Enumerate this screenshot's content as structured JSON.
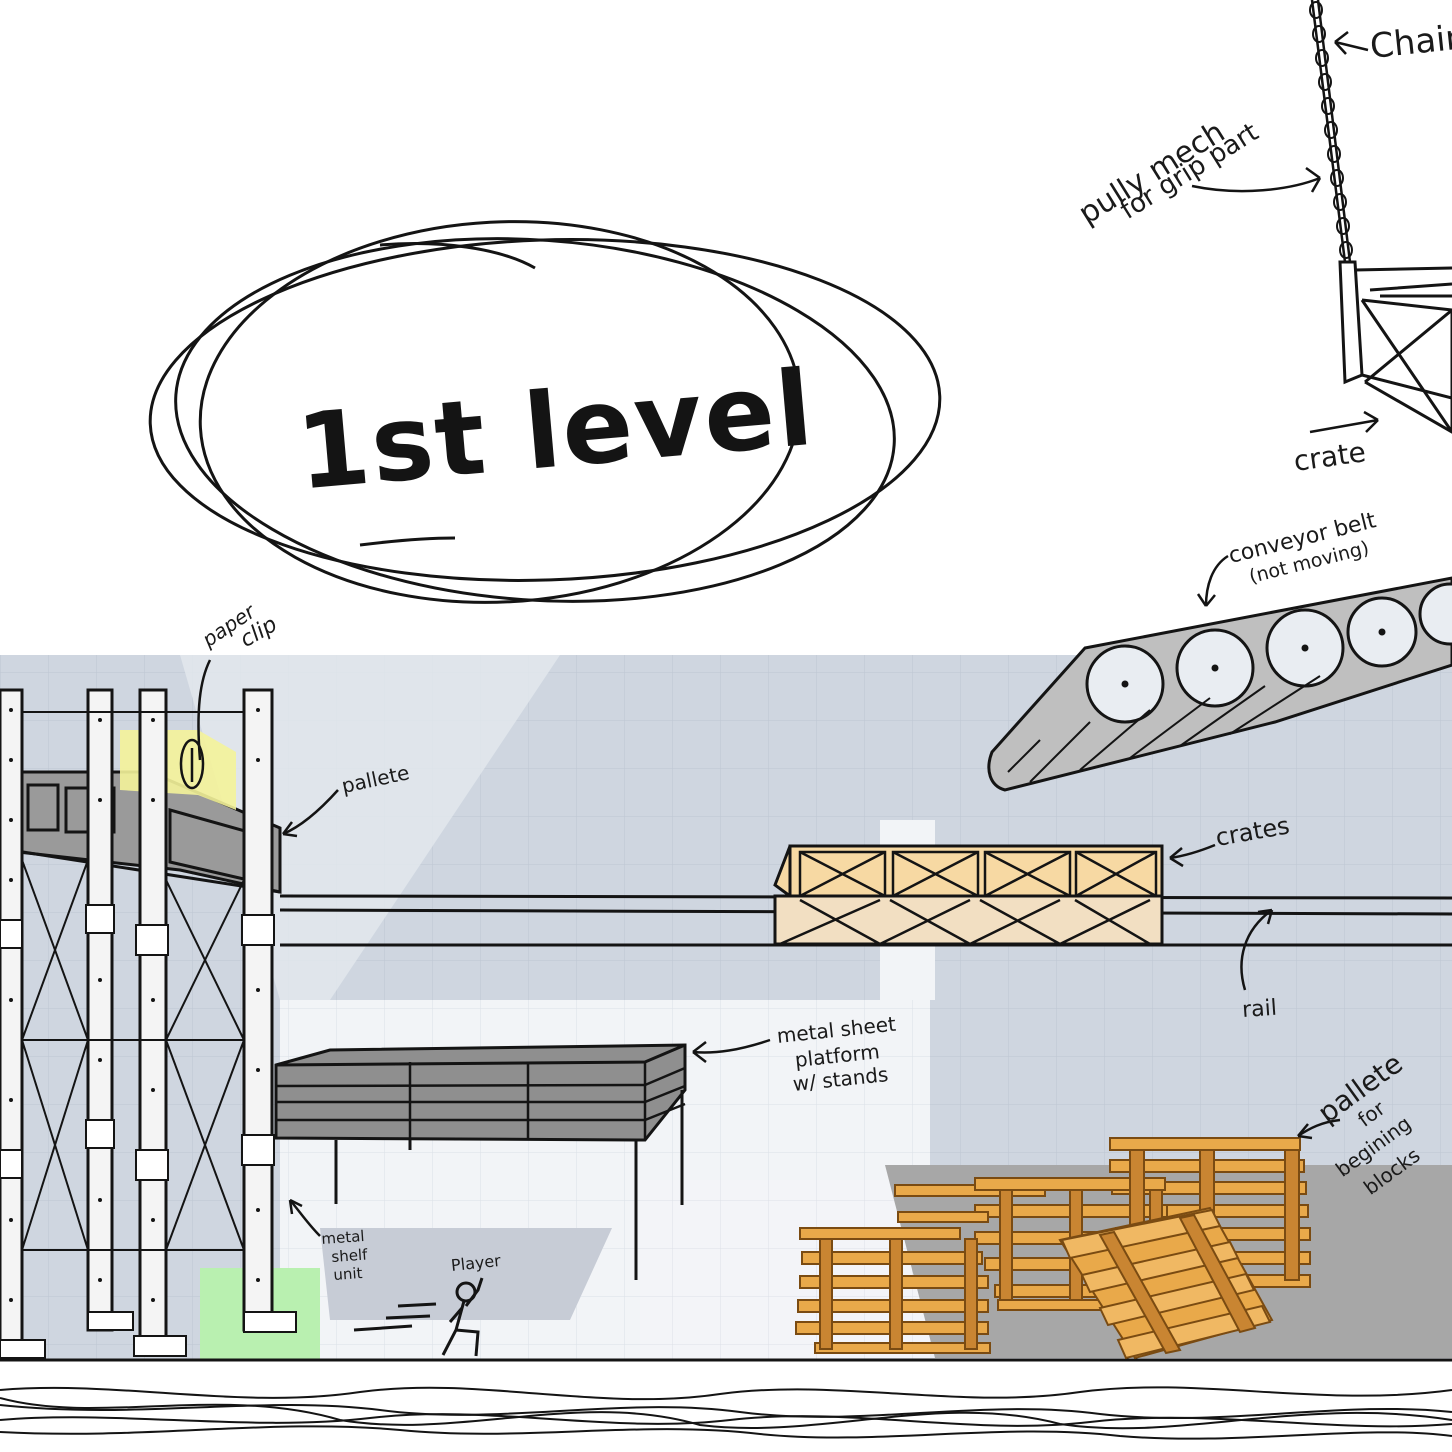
{
  "title": "1st level",
  "annotations": {
    "chain": "Chain",
    "pully_line1": "pully mech",
    "pully_line2": "for grip part",
    "crate_top": "crate",
    "conveyor_line1": "conveyor belt",
    "conveyor_line2": "(not moving)",
    "paper_line1": "paper",
    "paper_line2": "clip",
    "pallete_top": "pallete",
    "crates": "crates",
    "rail": "rail",
    "metal_line1": "metal sheet",
    "metal_line2": "platform",
    "metal_line3": "w/ stands",
    "pallete_right_line1": "pallete",
    "pallete_right_line2": "for",
    "pallete_right_line3": "begining",
    "pallete_right_line4": "blocks",
    "shelf_line1": "metal",
    "shelf_line2": "shelf",
    "shelf_line3": "unit",
    "player": "Player"
  },
  "colors": {
    "scene_wall": "#cfd6e0",
    "scene_floor": "#f1f4f7",
    "grid_line": "#b9c2ce",
    "ink": "#141414",
    "metal": "#9a9a9a",
    "crate_fill": "#f7d9a3",
    "pallet_wood": "#e9a94a",
    "paper_clip_highlight": "#f4f39a",
    "green_block": "#b9f0b0",
    "dark_floor_block": "#a7a7a7"
  }
}
